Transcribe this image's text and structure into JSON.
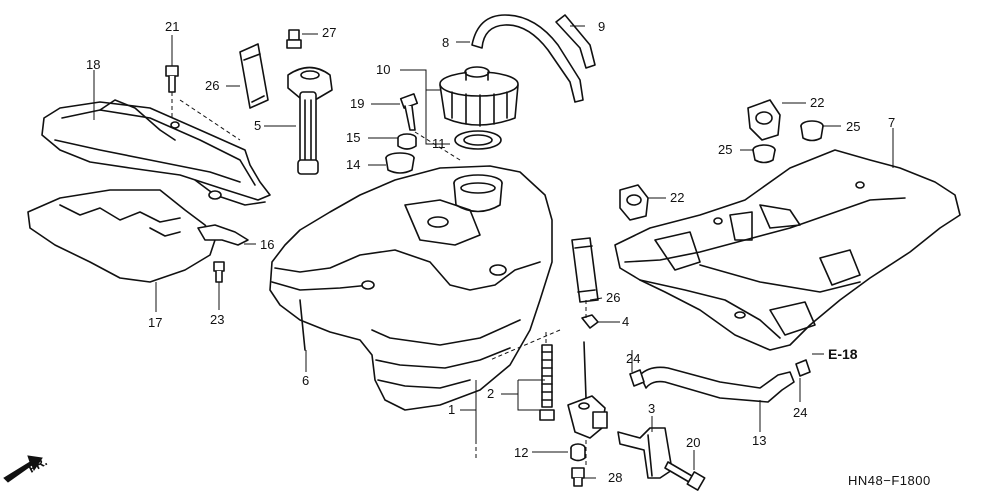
{
  "diagram": {
    "callouts": [
      "21",
      "27",
      "8",
      "9",
      "18",
      "26",
      "10",
      "19",
      "22",
      "25",
      "7",
      "5",
      "15",
      "11",
      "25",
      "14",
      "22",
      "16",
      "26",
      "4",
      "17",
      "23",
      "6",
      "24",
      "2",
      "1",
      "3",
      "24",
      "13",
      "20",
      "12",
      "28"
    ],
    "reference_label": "E-18",
    "direction_label": "FR.",
    "drawing_code": "HN48−F1800"
  }
}
